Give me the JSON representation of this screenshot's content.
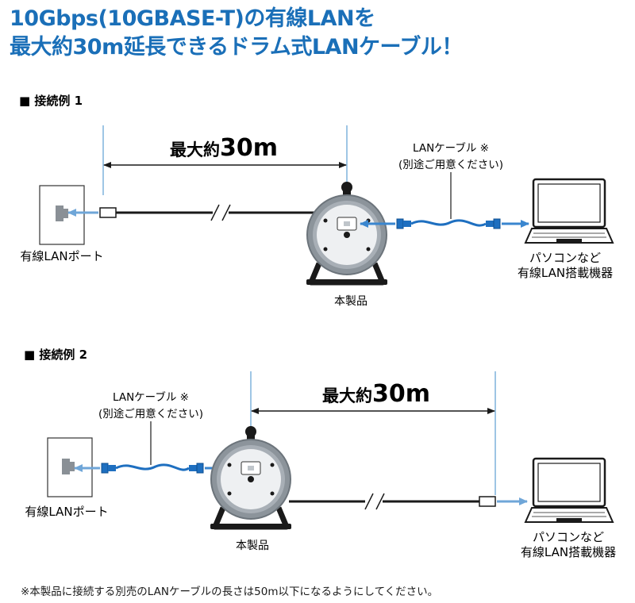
{
  "headline": {
    "line1": "10Gbps(10GBASE-T)の有線LANを",
    "line2": "最大約30m延長できるドラム式LANケーブル！"
  },
  "example1": {
    "title": "■ 接続例 1",
    "distance_prefix": "最大約",
    "distance_value": "30m",
    "cable_label": "LANケーブル ※",
    "cable_note": "(別途ご用意ください)",
    "wall_port_label": "有線LANポート",
    "product_label": "本製品",
    "pc_label_line1": "パソコンなど",
    "pc_label_line2": "有線LAN搭載機器"
  },
  "example2": {
    "title": "■ 接続例 2",
    "distance_prefix": "最大約",
    "distance_value": "30m",
    "cable_label": "LANケーブル ※",
    "cable_note": "(別途ご用意ください)",
    "wall_port_label": "有線LANポート",
    "product_label": "本製品",
    "pc_label_line1": "パソコンなど",
    "pc_label_line2": "有線LAN搭載機器"
  },
  "footnote": "※本製品に接続する別売のLANケーブルの長さは50m以下になるようにしてください。",
  "colors": {
    "headline": "#1a6fb8",
    "cable_blue": "#1e6fc0",
    "guide_line": "#7fb2dc",
    "reel_body": "#9aa1a8",
    "reel_face": "#e9ecef",
    "dark": "#1a1a1a"
  }
}
